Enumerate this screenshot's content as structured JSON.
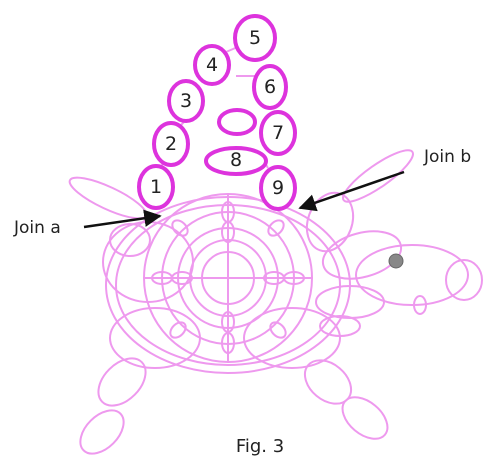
{
  "colors": {
    "faint": "#ee99ee",
    "bold": "#dd33dd",
    "bead": "#888888",
    "ink": "#222222"
  },
  "ring_numbers": [
    "1",
    "2",
    "3",
    "4",
    "5",
    "6",
    "7",
    "8",
    "9"
  ],
  "labels": {
    "join_a": "Join a",
    "join_b": "Join b"
  },
  "caption": "Fig. 3"
}
